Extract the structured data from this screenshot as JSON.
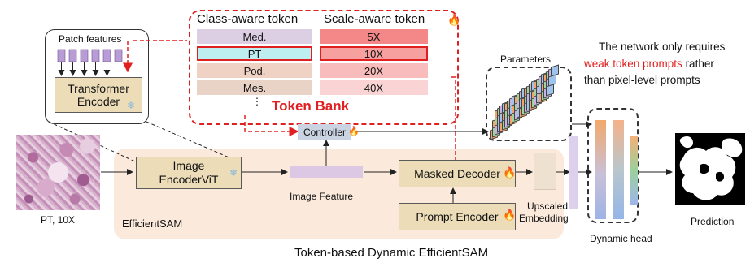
{
  "token_bank": {
    "class_header": "Class-aware token",
    "scale_header": "Scale-aware token",
    "class_tokens": [
      "Med.",
      "PT",
      "Pod.",
      "Mes."
    ],
    "scale_tokens": [
      "5X",
      "10X",
      "20X",
      "40X"
    ],
    "ellipsis": "⋮",
    "title": "Token Bank"
  },
  "patch": {
    "title": "Patch features",
    "encoder_line1": "Transformer",
    "encoder_line2": "Encoder"
  },
  "note": {
    "line1": "The network only requires",
    "line2_highlight": "weak token prompts",
    "line2_rest": " rather",
    "line3": "than pixel-level prompts"
  },
  "labels": {
    "parameters": "Parameters",
    "controller": "Controller",
    "image_encoder_line1": "Image",
    "image_encoder_line2": "EncoderViT",
    "image_feature": "Image Feature",
    "masked_decoder": "Masked Decoder",
    "prompt_encoder": "Prompt Encoder",
    "upscaled_line1": "Upscaled",
    "upscaled_line2": "Embedding",
    "dynamic_head": "Dynamic head",
    "prediction": "Prediction",
    "input_caption": "PT, 10X",
    "efficientsam": "EfficientSAM",
    "bottom_title": "Token-based Dynamic EfficientSAM"
  },
  "icons": {
    "fire": "fire-icon",
    "snowflake": "snowflake-icon"
  },
  "colors": {
    "highlight_red": "#e02020",
    "tan_box": "#ecdcb8",
    "class_token": "#dccfe3",
    "scale_token_dark": "#f48888",
    "panel": "#fbeadc"
  }
}
